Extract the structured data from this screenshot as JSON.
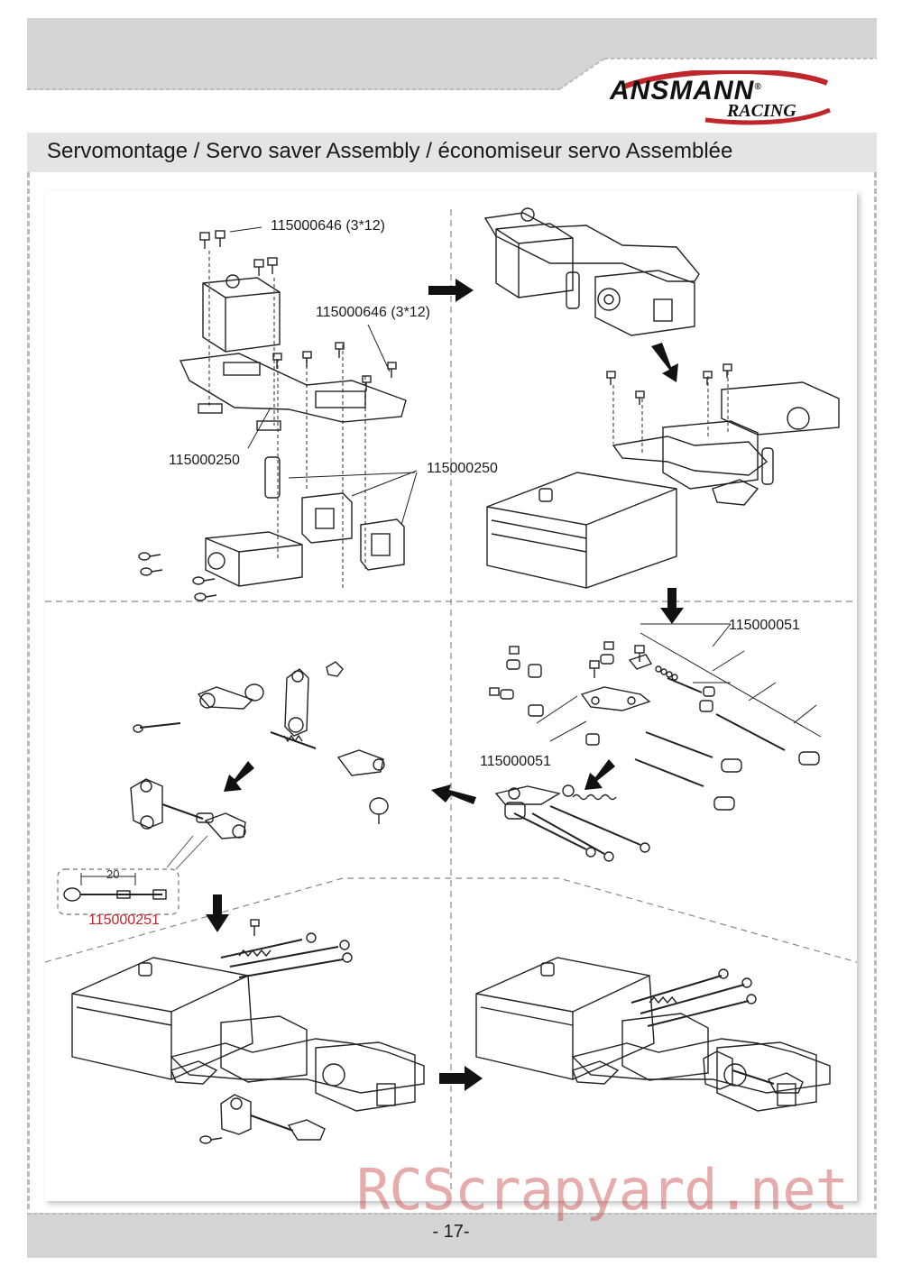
{
  "brand": {
    "name": "ANSMANN",
    "sub": "RACING",
    "registered": "®"
  },
  "section_title": "Servomontage / Servo saver Assembly / économiseur servo Assemblée",
  "part_labels": [
    "115000646 (3*12)",
    "115000646 (3*12)",
    "115000250",
    "115000250",
    "115000051",
    "115000051",
    "115000251"
  ],
  "dimension_label": "20",
  "page_number": "- 17-",
  "watermark": "RCScrapyard.net",
  "colors": {
    "band": "#d4d4d4",
    "accent_red": "#c0272d",
    "text": "#1a1a1a"
  }
}
